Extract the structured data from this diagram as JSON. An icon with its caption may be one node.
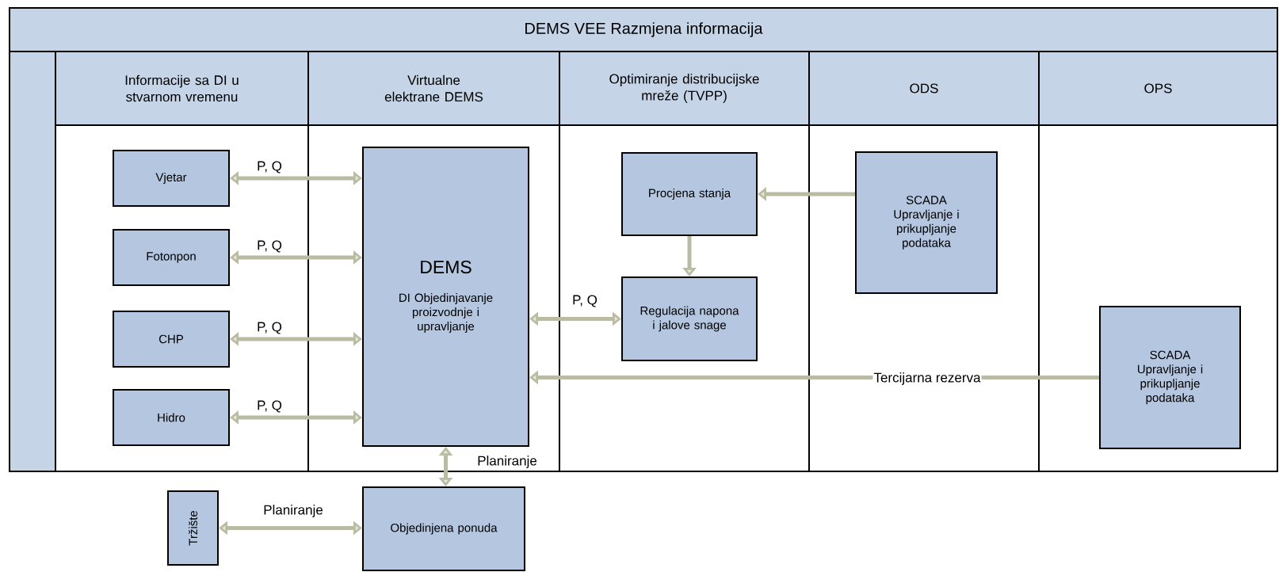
{
  "diagram": {
    "nodes": [
      {
        "text": [
          "DEMS VEE Razmjena informacija"
        ]
      },
      {
        "text": [
          "Informacije sa DI u stvarnom vremenu"
        ],
        "in": 0
      },
      {
        "text": [
          "Virtualne elektrane DEMS"
        ],
        "in": 0
      },
      {
        "text": [
          "Optimiranje distribucijske mreže (TVPP)"
        ],
        "in": 0
      },
      {
        "text": [
          "ODS"
        ],
        "in": 0
      },
      {
        "text": [
          "OPS"
        ],
        "in": 0
      },
      {
        "text": [
          "Vjetar"
        ],
        "in": 1
      },
      {
        "text": [
          "Fotonpon"
        ],
        "in": 1
      },
      {
        "text": [
          "CHP"
        ],
        "in": 1
      },
      {
        "text": [
          "Hidro"
        ],
        "in": 1
      },
      {
        "text": [
          "DEMS",
          "DI Objedinjavanje proizvodnje i upravljanje"
        ],
        "in": 2
      },
      {
        "text": [
          "Procjena stanja"
        ],
        "in": 3
      },
      {
        "text": [
          "Regulacija napona i jalove snage"
        ],
        "in": 3
      },
      {
        "text": [
          "SCADA Upravljanje i prikupljanje podataka"
        ],
        "in": 4
      },
      {
        "text": [
          "SCADA Upravljanje i prikupljanje podataka"
        ],
        "in": 5
      },
      {
        "text": [
          "Tržište"
        ]
      },
      {
        "text": [
          "Objedinjena ponuda"
        ]
      }
    ],
    "edges": [
      {
        "from": 6,
        "to": 10,
        "arrow": "both",
        "label": "P, Q"
      },
      {
        "from": 7,
        "to": 10,
        "arrow": "both",
        "label": "P, Q"
      },
      {
        "from": 8,
        "to": 10,
        "arrow": "both",
        "label": "P, Q"
      },
      {
        "from": 9,
        "to": 10,
        "arrow": "both",
        "label": "P, Q"
      },
      {
        "from": 10,
        "to": 12,
        "arrow": "both",
        "label": "P, Q"
      },
      {
        "from": 13,
        "to": 11,
        "arrow": "to"
      },
      {
        "from": 11,
        "to": 12,
        "arrow": "to"
      },
      {
        "from": 14,
        "to": 10,
        "arrow": "to",
        "label": "Tercijarna rezerva"
      },
      {
        "from": 10,
        "to": 16,
        "arrow": "both",
        "label": "Planiranje"
      },
      {
        "from": 15,
        "to": 16,
        "arrow": "both",
        "label": "Planiranje"
      }
    ]
  }
}
